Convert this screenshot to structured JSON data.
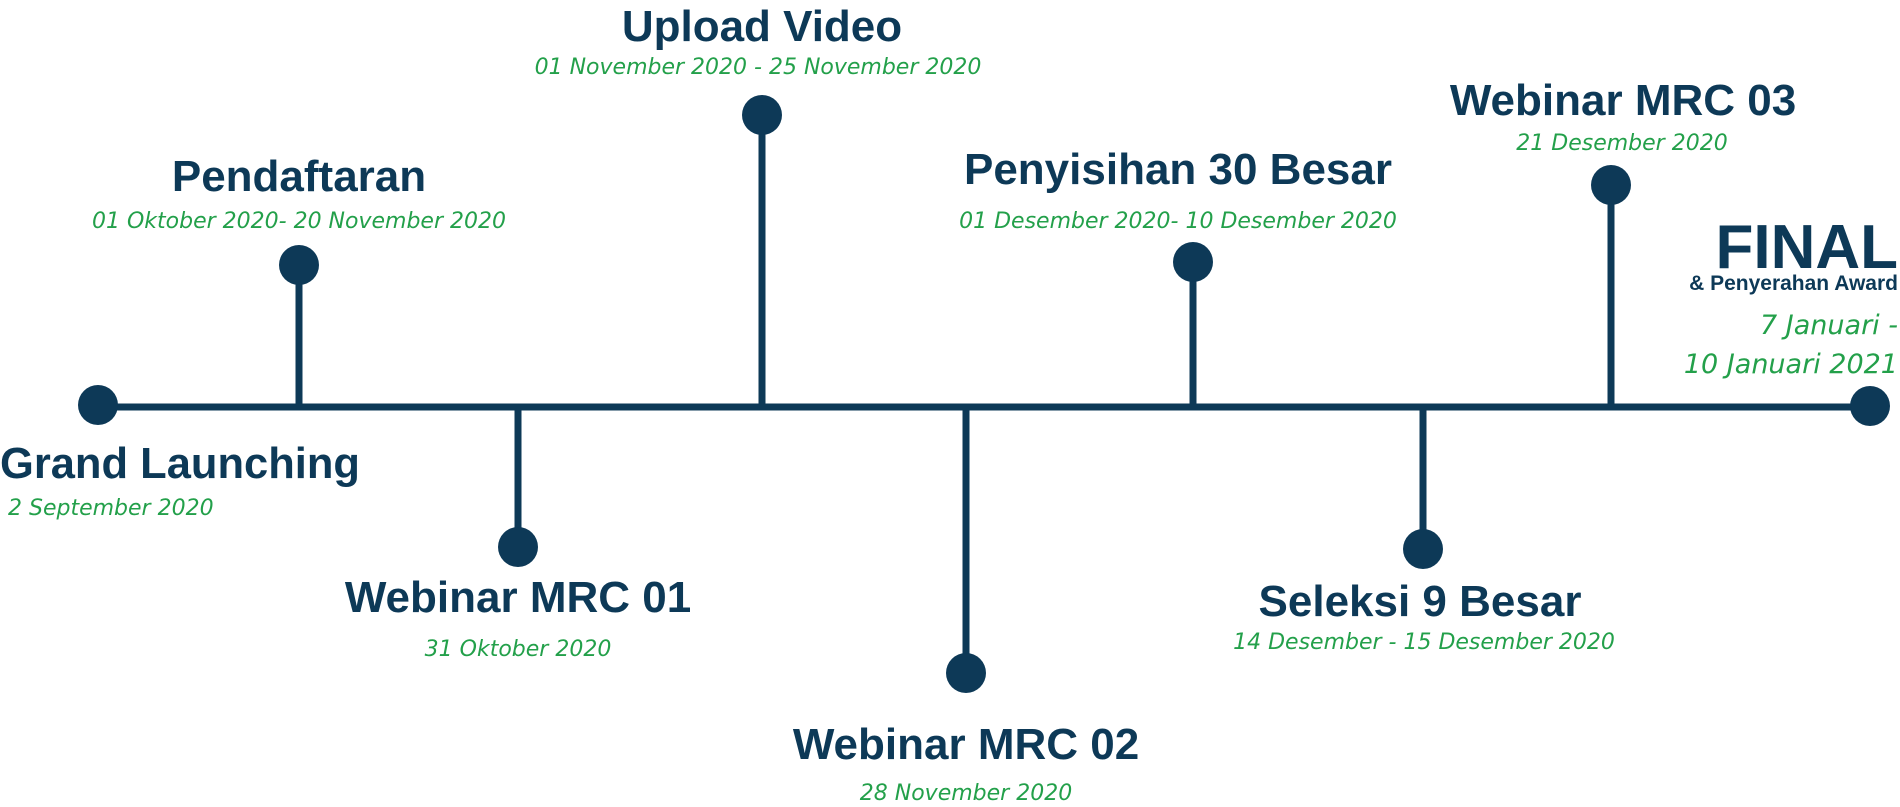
{
  "colors": {
    "line": "#0d3957",
    "title": "#0d3957",
    "date": "#23a04a",
    "background": "#ffffff"
  },
  "events": [
    {
      "title": "Grand Launching",
      "date": "2 September 2020"
    },
    {
      "title": "Pendaftaran",
      "date": "01 Oktober 2020- 20 November 2020"
    },
    {
      "title": "Webinar MRC 01",
      "date": "31 Oktober 2020"
    },
    {
      "title": "Upload Video",
      "date": "01 November 2020 - 25 November 2020"
    },
    {
      "title": "Webinar MRC 02",
      "date": "28 November 2020"
    },
    {
      "title": "Penyisihan 30 Besar",
      "date": "01 Desember 2020- 10 Desember 2020"
    },
    {
      "title": "Seleksi 9 Besar",
      "date": "14 Desember - 15 Desember 2020"
    },
    {
      "title": "Webinar MRC 03",
      "date": "21 Desember 2020"
    },
    {
      "title": "FINAL",
      "subtitle": "& Penyerahan Award",
      "date_line1": "7 Januari -",
      "date_line2": "10 Januari 2021"
    }
  ]
}
